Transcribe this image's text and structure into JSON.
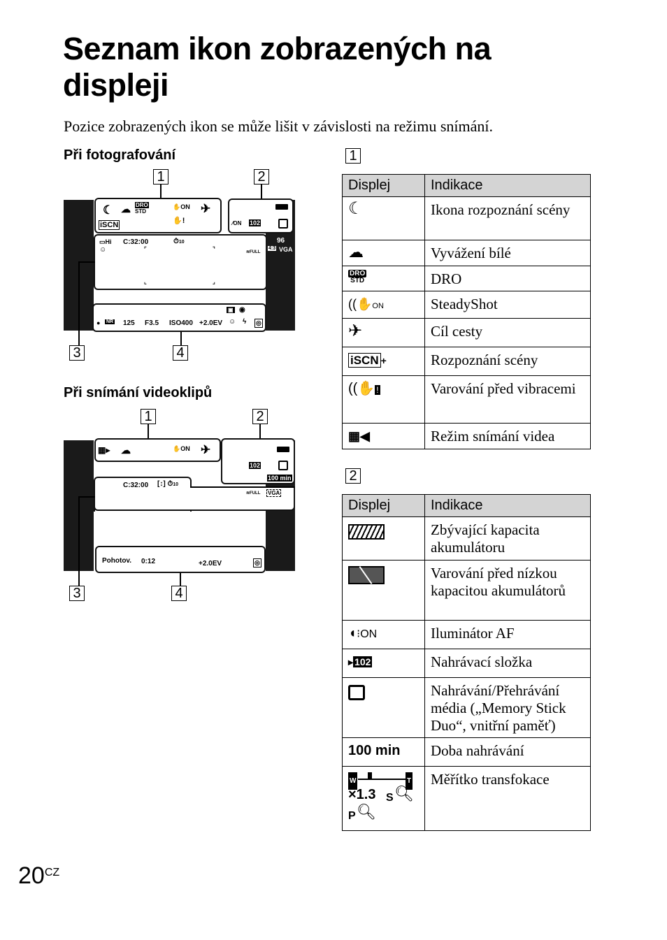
{
  "title": "Seznam ikon zobrazených na displeji",
  "intro": "Pozice zobrazených ikon se může lišit v závislosti na režimu snímání.",
  "photo_section": {
    "heading": "Při fotografování",
    "callouts": [
      "1",
      "2",
      "3",
      "4"
    ],
    "screen": {
      "counter": "C:32:00",
      "shots": "96",
      "aspect": "4:3",
      "size": "VGA",
      "nr": "NR",
      "shutter": "125",
      "aperture": "F3.5",
      "iso": "ISO400",
      "ev": "+2.0EV",
      "folder": "102",
      "dro": "DRO",
      "std": "STD",
      "hi": "Hi",
      "full": "FULL",
      "self_timer": "10",
      "on": "ON"
    }
  },
  "video_section": {
    "heading": "Při snímání videoklipů",
    "callouts": [
      "1",
      "2",
      "3",
      "4"
    ],
    "screen": {
      "counter": "C:32:00",
      "folder": "102",
      "rec_time": "100 min",
      "size": "VGA",
      "standby": "Pohotov.",
      "standby_time": "0:12",
      "ev": "+2.0EV",
      "full": "FULL",
      "self_timer": "10",
      "on": "ON"
    }
  },
  "table1": {
    "label": "1",
    "header": {
      "display": "Displej",
      "meaning": "Indikace"
    },
    "rows": [
      {
        "icon": "scene-night-icon",
        "meaning": "Ikona rozpoznání scény"
      },
      {
        "icon": "white-balance-cloudy-icon",
        "meaning": "Vyvážení bílé"
      },
      {
        "icon": "dro-std-icon",
        "icon_text": [
          "DRO",
          "STD"
        ],
        "meaning": "DRO"
      },
      {
        "icon": "steadyshot-on-icon",
        "icon_text": [
          "ON"
        ],
        "meaning": "SteadyShot"
      },
      {
        "icon": "destination-airplane-icon",
        "meaning": "Cíl cesty"
      },
      {
        "icon": "iscn-plus-icon",
        "icon_text": [
          "iSCN"
        ],
        "meaning": "Rozpoznání scény"
      },
      {
        "icon": "vibration-warning-icon",
        "meaning": "Varování před vibracemi"
      },
      {
        "icon": "movie-mode-icon",
        "meaning": "Režim snímání videa"
      }
    ]
  },
  "table2": {
    "label": "2",
    "header": {
      "display": "Displej",
      "meaning": "Indikace"
    },
    "rows": [
      {
        "icon": "battery-full-icon",
        "meaning": "Zbývající kapacita akumulátoru"
      },
      {
        "icon": "battery-low-warning-icon",
        "meaning": "Varování před nízkou kapacitou akumulátorů"
      },
      {
        "icon": "af-illuminator-icon",
        "icon_text": [
          "ON"
        ],
        "meaning": "Iluminátor AF"
      },
      {
        "icon": "recording-folder-icon",
        "icon_text": [
          "102"
        ],
        "meaning": "Nahrávací složka"
      },
      {
        "icon": "memory-media-icon",
        "meaning": "Nahrávání/Přehrávání média („Memory Stick Duo“, vnitřní paměť)"
      },
      {
        "icon": "recording-time-text",
        "icon_text": [
          "100 min"
        ],
        "meaning": "Doba nahrávání"
      },
      {
        "icon": "zoom-scale-icon",
        "icon_text": [
          "W",
          "T",
          "×1.3",
          "S",
          "P"
        ],
        "meaning": "Měřítko transfokace"
      }
    ]
  },
  "page_number": {
    "number": "20",
    "suffix": "CZ"
  }
}
